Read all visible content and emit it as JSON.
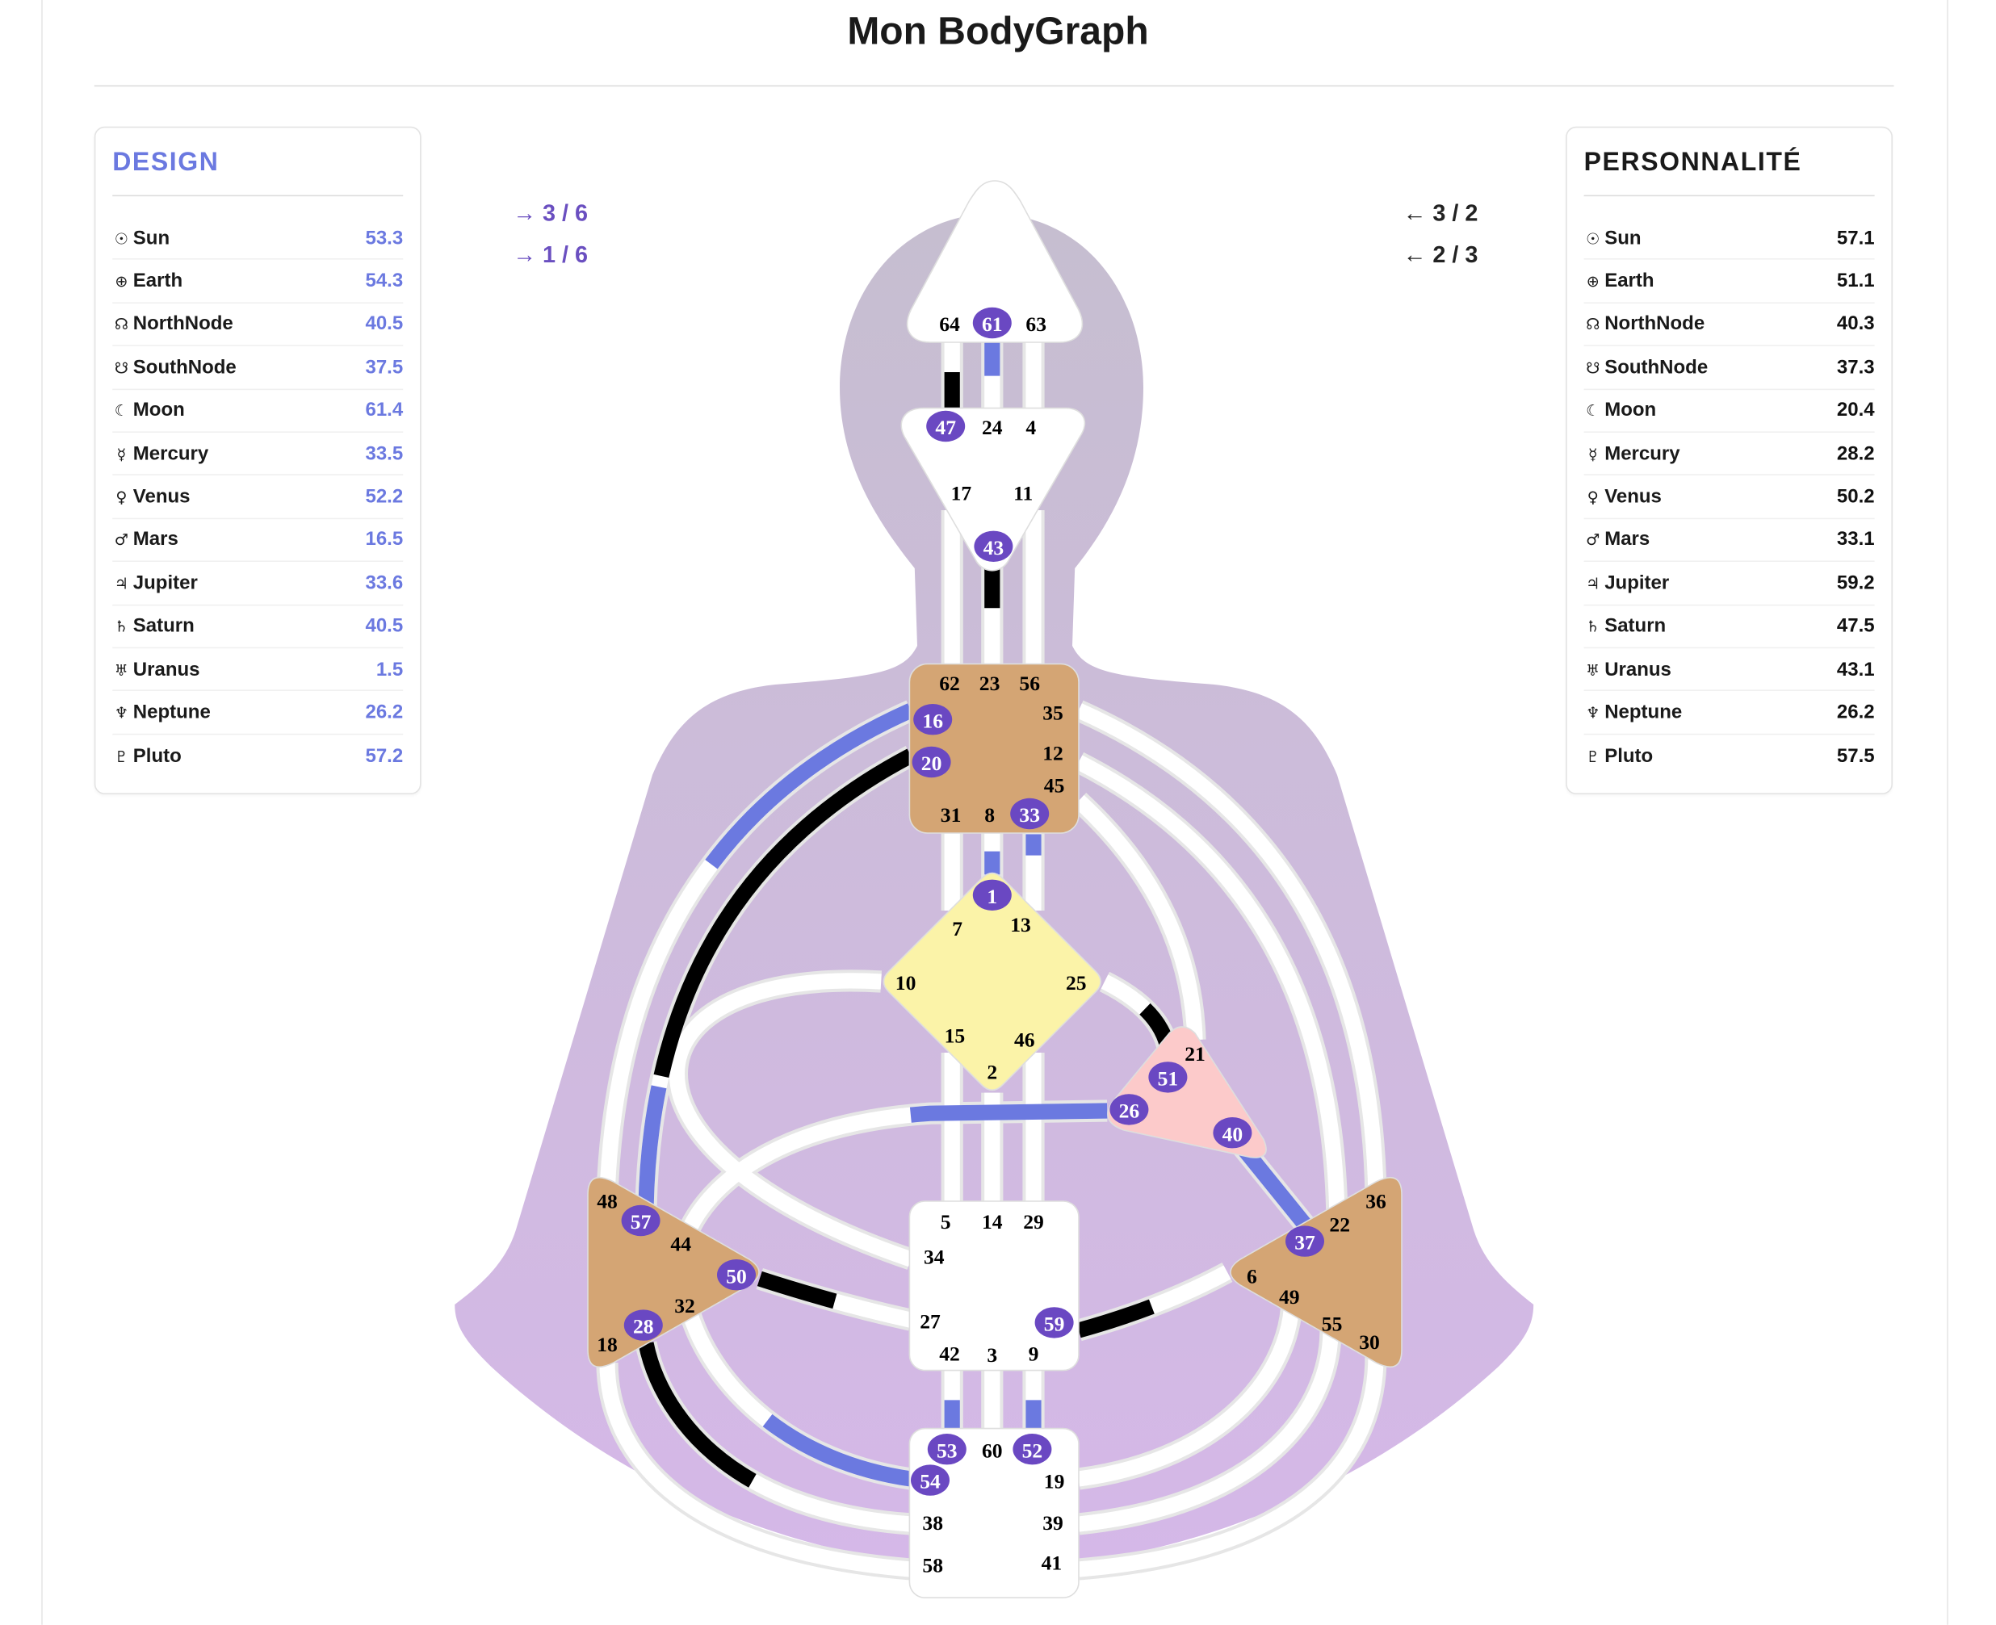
{
  "title": "Mon BodyGraph",
  "colors": {
    "design": "#6b79e0",
    "personality": "#000000",
    "gate_active": "#6a48c2",
    "throat_spleen_sp": "#d4a574",
    "g_center": "#fbf3a8",
    "heart": "#fccaca",
    "undefined_center": "#ffffff",
    "body_top": "#c6bed0",
    "body_bottom": "#d5b8e8"
  },
  "design": {
    "title": "DESIGN",
    "profile_lines": [
      "→ 3 / 6",
      "→ 1 / 6"
    ],
    "planets": [
      {
        "symbol": "☉",
        "name": "Sun",
        "value": "53.3"
      },
      {
        "symbol": "⊕",
        "name": "Earth",
        "value": "54.3"
      },
      {
        "symbol": "☊",
        "name": "NorthNode",
        "value": "40.5"
      },
      {
        "symbol": "☋",
        "name": "SouthNode",
        "value": "37.5"
      },
      {
        "symbol": "☾",
        "name": "Moon",
        "value": "61.4"
      },
      {
        "symbol": "☿",
        "name": "Mercury",
        "value": "33.5"
      },
      {
        "symbol": "♀",
        "name": "Venus",
        "value": "52.2"
      },
      {
        "symbol": "♂",
        "name": "Mars",
        "value": "16.5"
      },
      {
        "symbol": "♃",
        "name": "Jupiter",
        "value": "33.6"
      },
      {
        "symbol": "♄",
        "name": "Saturn",
        "value": "40.5"
      },
      {
        "symbol": "♅",
        "name": "Uranus",
        "value": "1.5"
      },
      {
        "symbol": "♆",
        "name": "Neptune",
        "value": "26.2"
      },
      {
        "symbol": "♇",
        "name": "Pluto",
        "value": "57.2"
      }
    ]
  },
  "personality": {
    "title": "PERSONNALITÉ",
    "profile_lines": [
      "← 3 / 2",
      "← 2 / 3"
    ],
    "planets": [
      {
        "symbol": "☉",
        "name": "Sun",
        "value": "57.1"
      },
      {
        "symbol": "⊕",
        "name": "Earth",
        "value": "51.1"
      },
      {
        "symbol": "☊",
        "name": "NorthNode",
        "value": "40.3"
      },
      {
        "symbol": "☋",
        "name": "SouthNode",
        "value": "37.3"
      },
      {
        "symbol": "☾",
        "name": "Moon",
        "value": "20.4"
      },
      {
        "symbol": "☿",
        "name": "Mercury",
        "value": "28.2"
      },
      {
        "symbol": "♀",
        "name": "Venus",
        "value": "50.2"
      },
      {
        "symbol": "♂",
        "name": "Mars",
        "value": "33.1"
      },
      {
        "symbol": "♃",
        "name": "Jupiter",
        "value": "59.2"
      },
      {
        "symbol": "♄",
        "name": "Saturn",
        "value": "47.5"
      },
      {
        "symbol": "♅",
        "name": "Uranus",
        "value": "43.1"
      },
      {
        "symbol": "♆",
        "name": "Neptune",
        "value": "26.2"
      },
      {
        "symbol": "♇",
        "name": "Pluto",
        "value": "57.5"
      }
    ]
  },
  "bodygraph": {
    "centers": [
      {
        "name": "head",
        "defined": false
      },
      {
        "name": "ajna",
        "defined": false
      },
      {
        "name": "throat",
        "defined": true
      },
      {
        "name": "g",
        "defined": true
      },
      {
        "name": "heart",
        "defined": true
      },
      {
        "name": "spleen",
        "defined": true
      },
      {
        "name": "solar-plexus",
        "defined": true
      },
      {
        "name": "sacral",
        "defined": false
      },
      {
        "name": "root",
        "defined": false
      }
    ],
    "gates": {
      "head": [
        "64",
        "61",
        "63"
      ],
      "ajna": [
        "47",
        "24",
        "4",
        "17",
        "11",
        "43"
      ],
      "throat": [
        "62",
        "23",
        "56",
        "16",
        "35",
        "20",
        "12",
        "45",
        "31",
        "8",
        "33"
      ],
      "g": [
        "1",
        "7",
        "13",
        "10",
        "25",
        "15",
        "46",
        "2"
      ],
      "heart": [
        "21",
        "51",
        "26",
        "40"
      ],
      "spleen": [
        "48",
        "57",
        "44",
        "50",
        "32",
        "28",
        "18"
      ],
      "solar-plexus": [
        "36",
        "22",
        "37",
        "6",
        "49",
        "55",
        "30"
      ],
      "sacral": [
        "5",
        "14",
        "29",
        "34",
        "27",
        "59",
        "42",
        "3",
        "9"
      ],
      "root": [
        "53",
        "60",
        "52",
        "54",
        "19",
        "38",
        "39",
        "58",
        "41"
      ]
    },
    "active_gates": [
      "61",
      "47",
      "43",
      "16",
      "20",
      "33",
      "1",
      "51",
      "26",
      "40",
      "57",
      "50",
      "28",
      "37",
      "59",
      "53",
      "52",
      "54"
    ],
    "activations": [
      {
        "channel": "64-47",
        "by": "personality"
      },
      {
        "channel": "61-24",
        "by": "design"
      },
      {
        "channel": "43-23",
        "by": "personality"
      },
      {
        "channel": "16-48",
        "by": "design"
      },
      {
        "channel": "20-57",
        "by": "personality"
      },
      {
        "channel": "57-20",
        "by": "design"
      },
      {
        "channel": "1-8",
        "by": "design"
      },
      {
        "channel": "33-13",
        "by": "design"
      },
      {
        "channel": "51-25",
        "by": "personality"
      },
      {
        "channel": "26-44",
        "by": "design"
      },
      {
        "channel": "40-37",
        "by": "design"
      },
      {
        "channel": "50-27",
        "by": "personality"
      },
      {
        "channel": "59-6",
        "by": "personality"
      },
      {
        "channel": "53-42",
        "by": "design"
      },
      {
        "channel": "52-9",
        "by": "design"
      },
      {
        "channel": "28-38",
        "by": "personality"
      },
      {
        "channel": "54-32",
        "by": "design"
      }
    ]
  }
}
